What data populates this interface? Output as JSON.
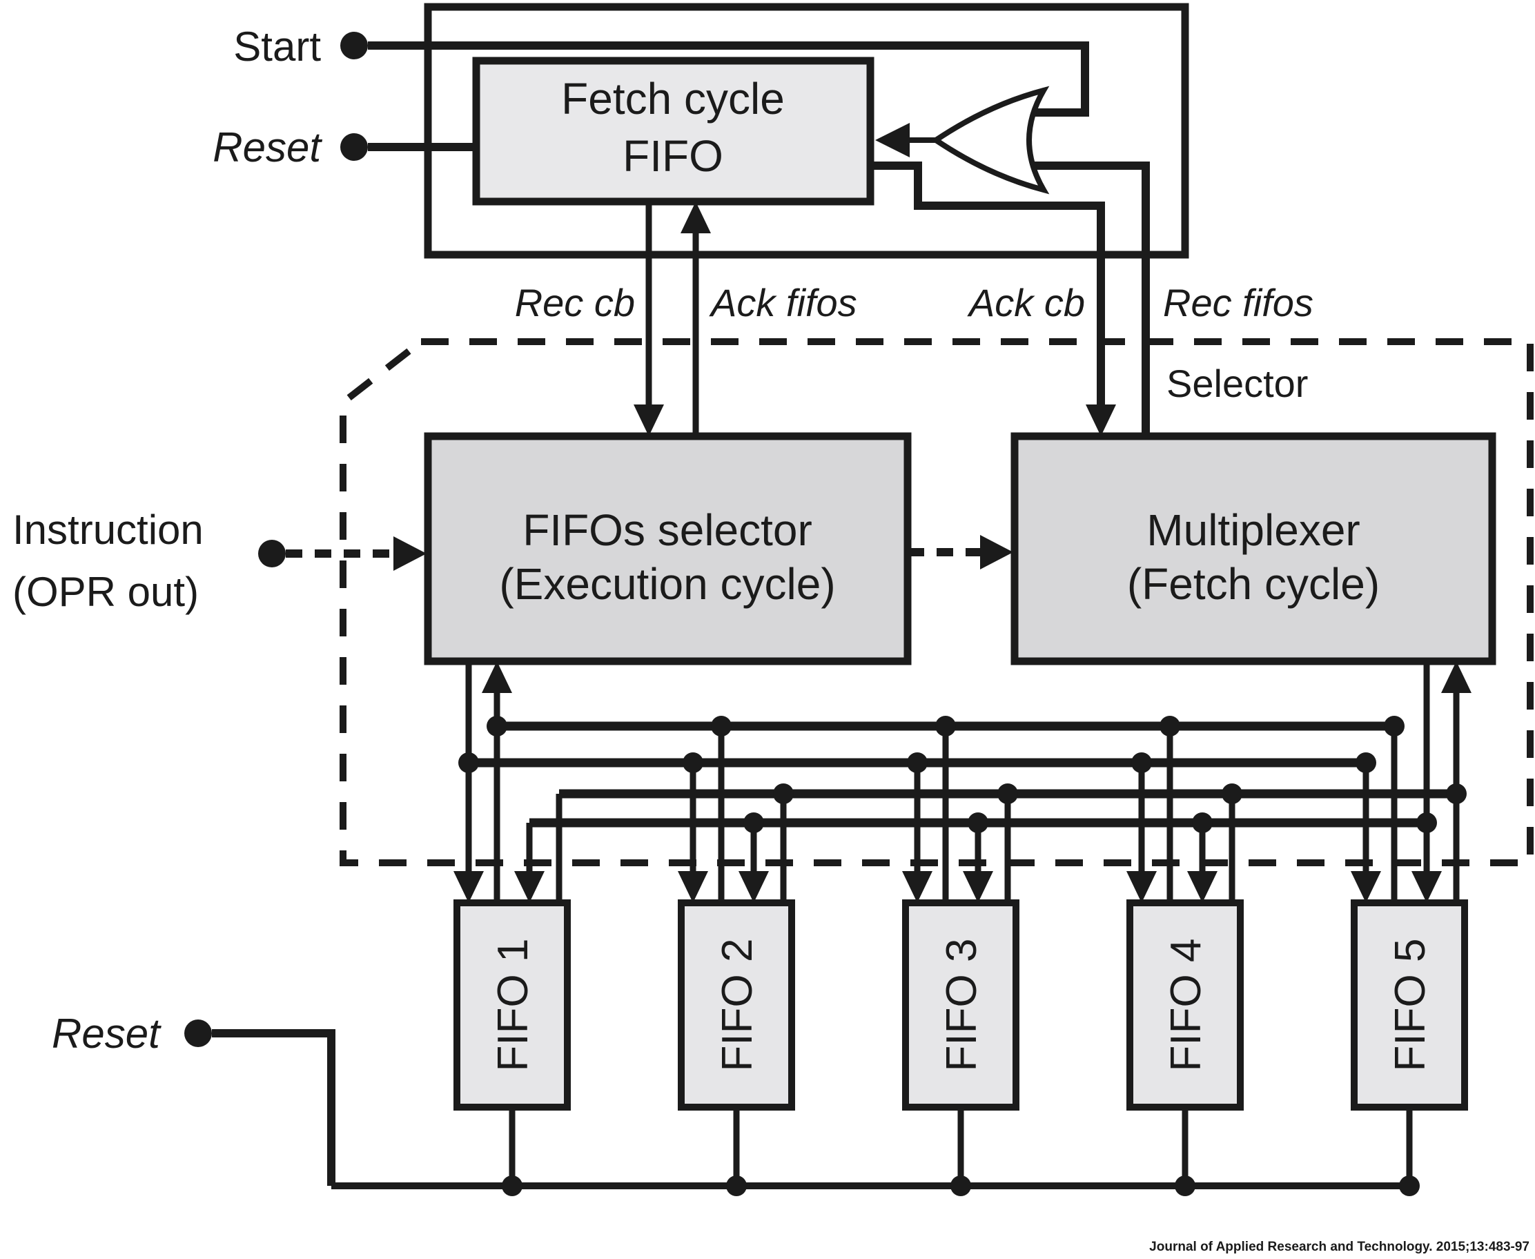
{
  "page": {
    "inputs": {
      "start": "Start",
      "reset_top": "Reset",
      "reset_bottom": "Reset",
      "instruction_line1": "Instruction",
      "instruction_line2": "(OPR out)"
    },
    "signals": {
      "rec_cb": "Rec cb",
      "ack_fifos": "Ack fifos",
      "ack_cb": "Ack cb",
      "rec_fifos": "Rec fifos"
    },
    "blocks": {
      "fetch_fifo": {
        "line1": "Fetch cycle",
        "line2": "FIFO"
      },
      "fifos_selector": {
        "line1": "FIFOs selector",
        "line2": "(Execution cycle)"
      },
      "multiplexer": {
        "line1": "Multiplexer",
        "line2": "(Fetch cycle)"
      },
      "selector_region": "Selector"
    },
    "fifos": [
      "FIFO 1",
      "FIFO 2",
      "FIFO 3",
      "FIFO 4",
      "FIFO 5"
    ],
    "footer": "Journal of Applied Research and Technology. 2015;13:483-97",
    "colors": {
      "ink": "#1b1b1b",
      "background": "#ffffff",
      "fetch_box_fill": "#e8e8ea",
      "selector_mux_fill": "#d7d7d9",
      "fifo_fill": "#e6e6e8",
      "gate_fill": "#ffffff"
    },
    "icons": {
      "gate": "or-gate-icon",
      "junction": "junction-dot",
      "terminal": "terminal-dot"
    }
  }
}
